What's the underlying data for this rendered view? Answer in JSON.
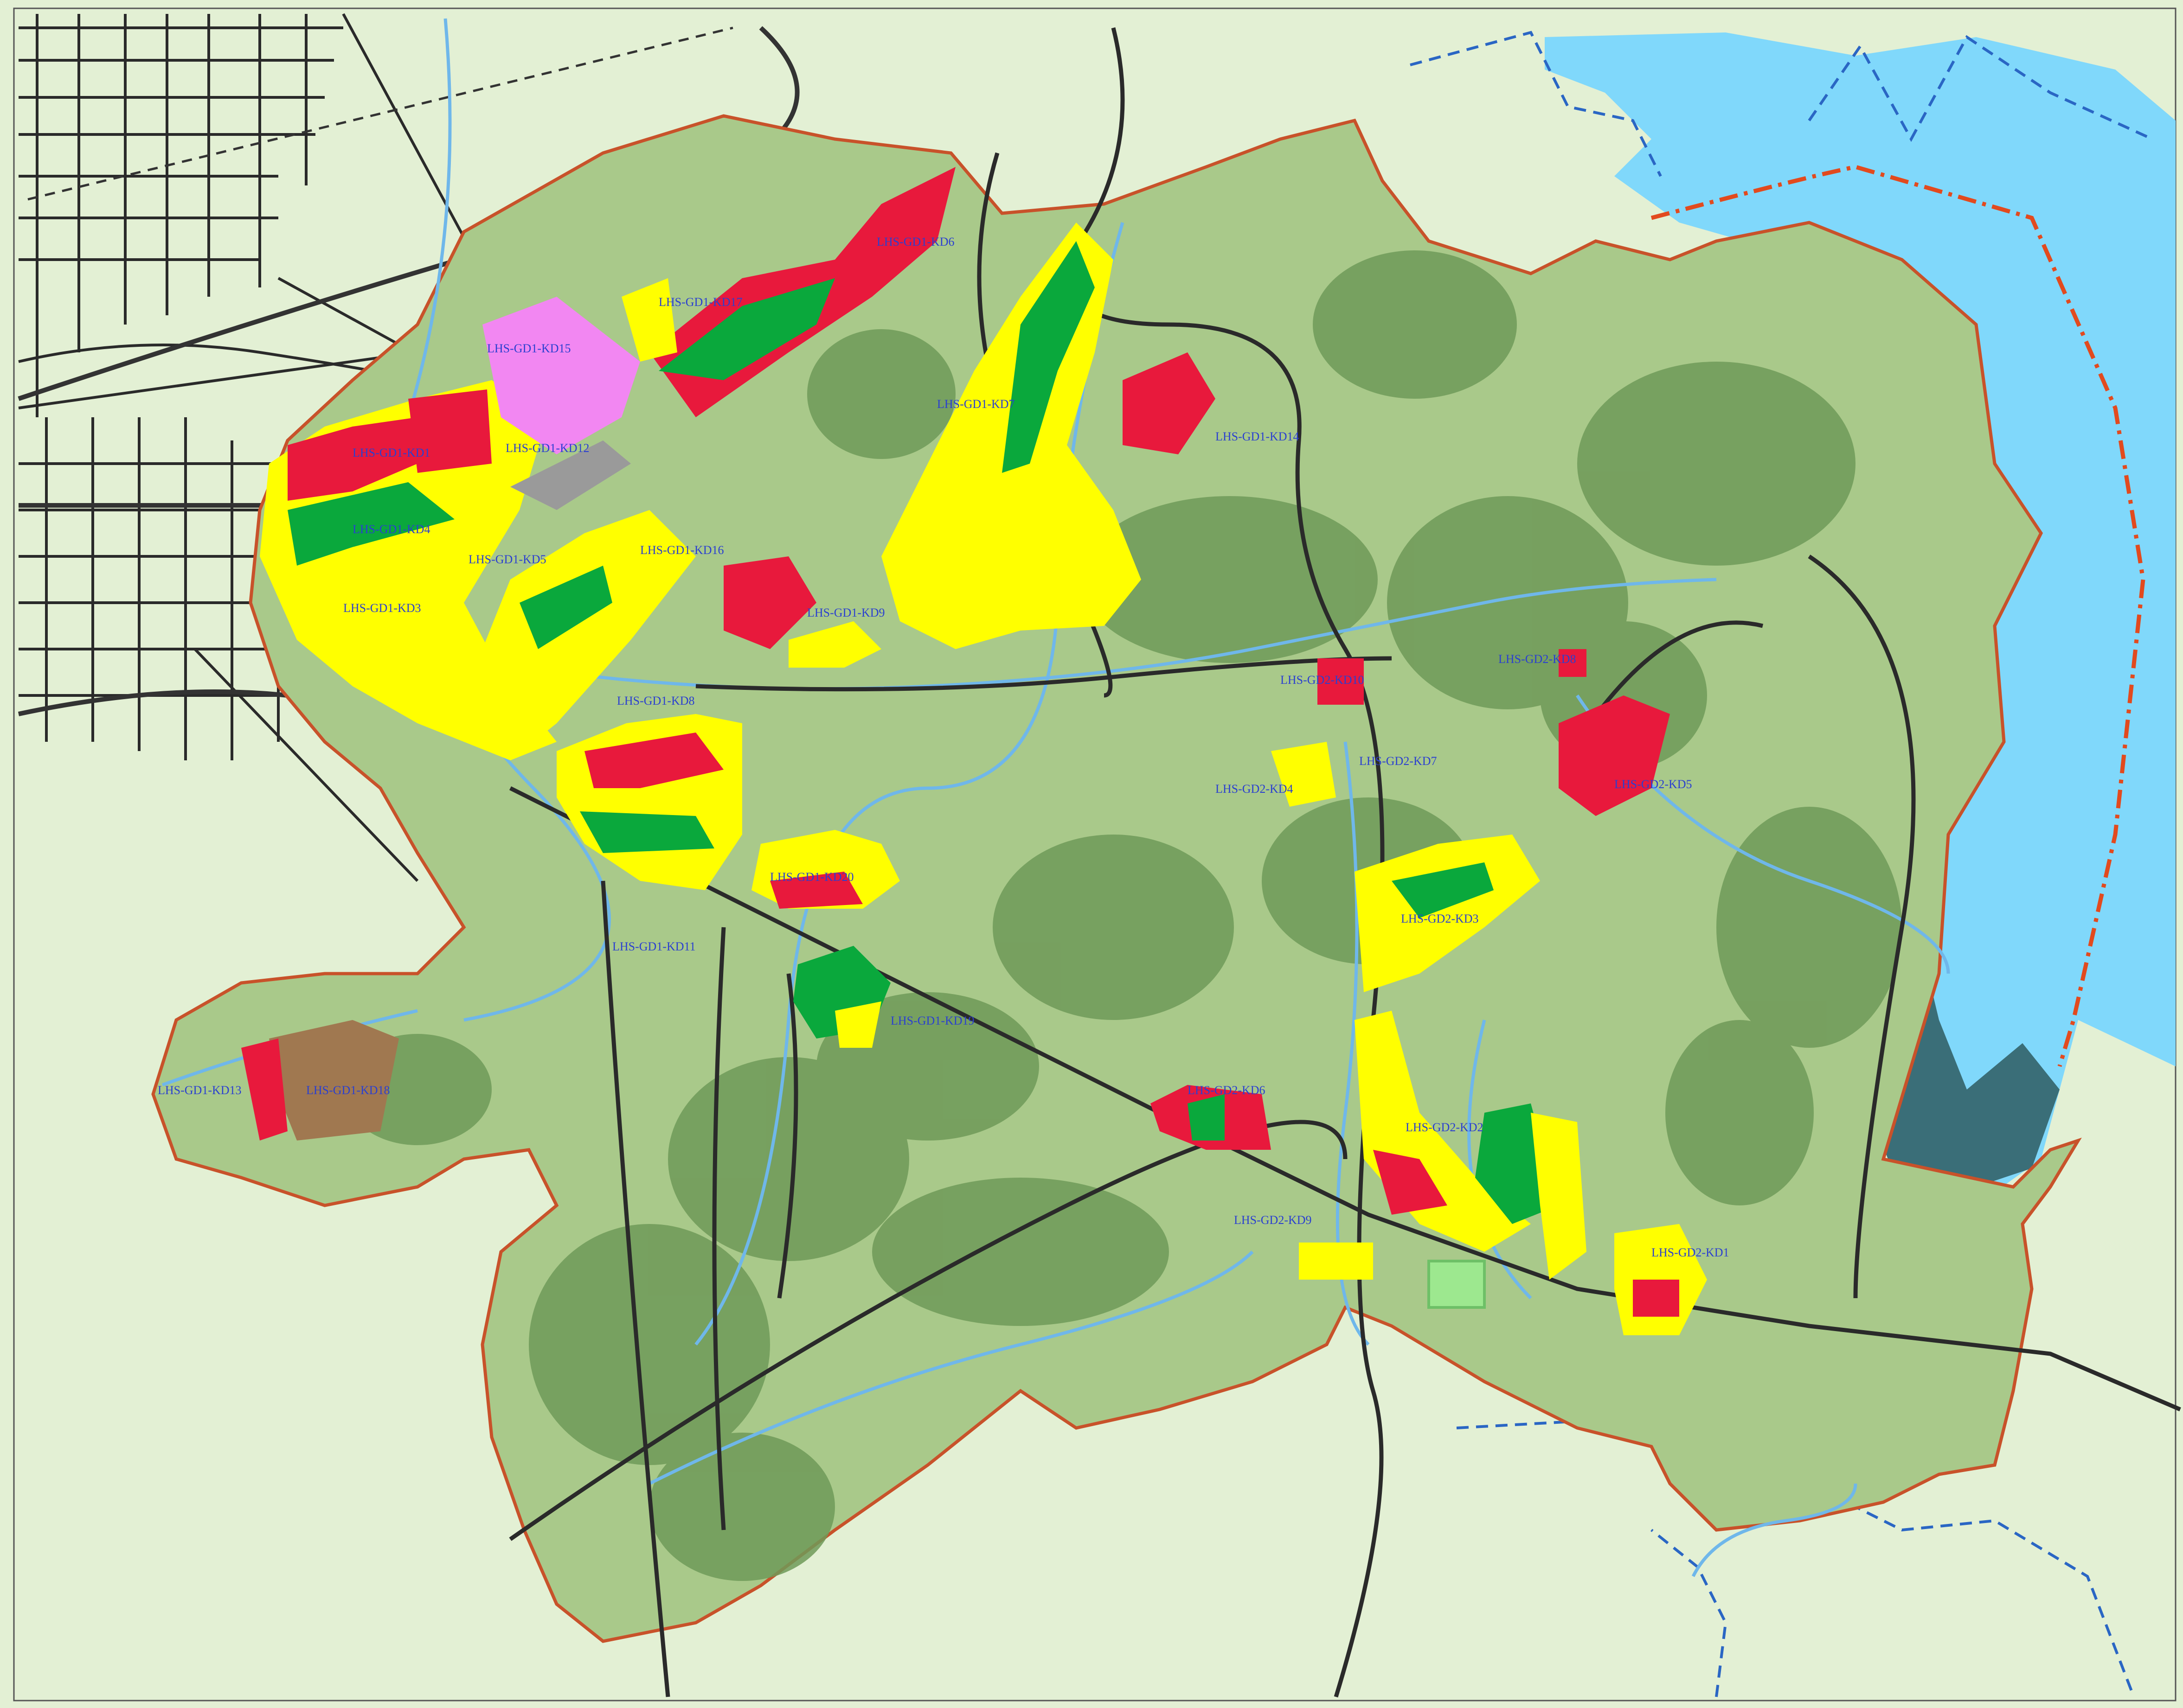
{
  "colors": {
    "background": "#e3f0d4",
    "mountain_light": "#a9c98a",
    "mountain_dark": "#6f9a58",
    "boundary": "#c8522a",
    "water": "#80d8fb",
    "water_dark": "#3a6e78",
    "river": "#6fb7ea",
    "residential": "#ffff00",
    "commercial": "#e8193c",
    "green_space": "#0aa83c",
    "industrial_pink": "#f287f2",
    "brown": "#a07850",
    "road": "#2a2a2a",
    "admin_dashed": "#2a66c4",
    "province_border": "#e24a1e",
    "label": "#2a3fd0"
  },
  "zone_labels": [
    {
      "id": "kd1-top",
      "text": "LHS-GD1-KD1"
    },
    {
      "id": "kd3",
      "text": "LHS-GD1-KD3"
    },
    {
      "id": "kd4",
      "text": "LHS-GD1-KD4"
    },
    {
      "id": "kd5-gd1",
      "text": "LHS-GD1-KD5"
    },
    {
      "id": "kd6",
      "text": "LHS-GD1-KD6"
    },
    {
      "id": "kd7",
      "text": "LHS-GD1-KD7"
    },
    {
      "id": "kd8",
      "text": "LHS-GD1-KD8"
    },
    {
      "id": "kd9",
      "text": "LHS-GD1-KD9"
    },
    {
      "id": "kd11",
      "text": "LHS-GD1-KD11"
    },
    {
      "id": "kd12",
      "text": "LHS-GD1-KD12"
    },
    {
      "id": "kd13",
      "text": "LHS-GD1-KD13"
    },
    {
      "id": "kd14",
      "text": "LHS-GD1-KD14"
    },
    {
      "id": "kd15",
      "text": "LHS-GD1-KD15"
    },
    {
      "id": "kd16",
      "text": "LHS-GD1-KD16"
    },
    {
      "id": "kd17",
      "text": "LHS-GD1-KD17"
    },
    {
      "id": "kd18",
      "text": "LHS-GD1-KD18"
    },
    {
      "id": "kd19",
      "text": "LHS-GD1-KD19"
    },
    {
      "id": "kd20",
      "text": "LHS-GD1-KD20"
    },
    {
      "id": "gd2-kd1",
      "text": "LHS-GD2-KD1"
    },
    {
      "id": "gd2-kd2",
      "text": "LHS-GD2-KD2"
    },
    {
      "id": "gd2-kd3",
      "text": "LHS-GD2-KD3"
    },
    {
      "id": "gd2-kd4",
      "text": "LHS-GD2-KD4"
    },
    {
      "id": "gd2-kd5",
      "text": "LHS-GD2-KD5"
    },
    {
      "id": "gd2-kd6",
      "text": "LHS-GD2-KD6"
    },
    {
      "id": "gd2-kd7",
      "text": "LHS-GD2-KD7"
    },
    {
      "id": "gd2-kd8",
      "text": "LHS-GD2-KD8"
    },
    {
      "id": "gd2-kd9",
      "text": "LHS-GD2-KD9"
    },
    {
      "id": "gd2-kd10",
      "text": "LHS-GD2-KD10"
    }
  ]
}
